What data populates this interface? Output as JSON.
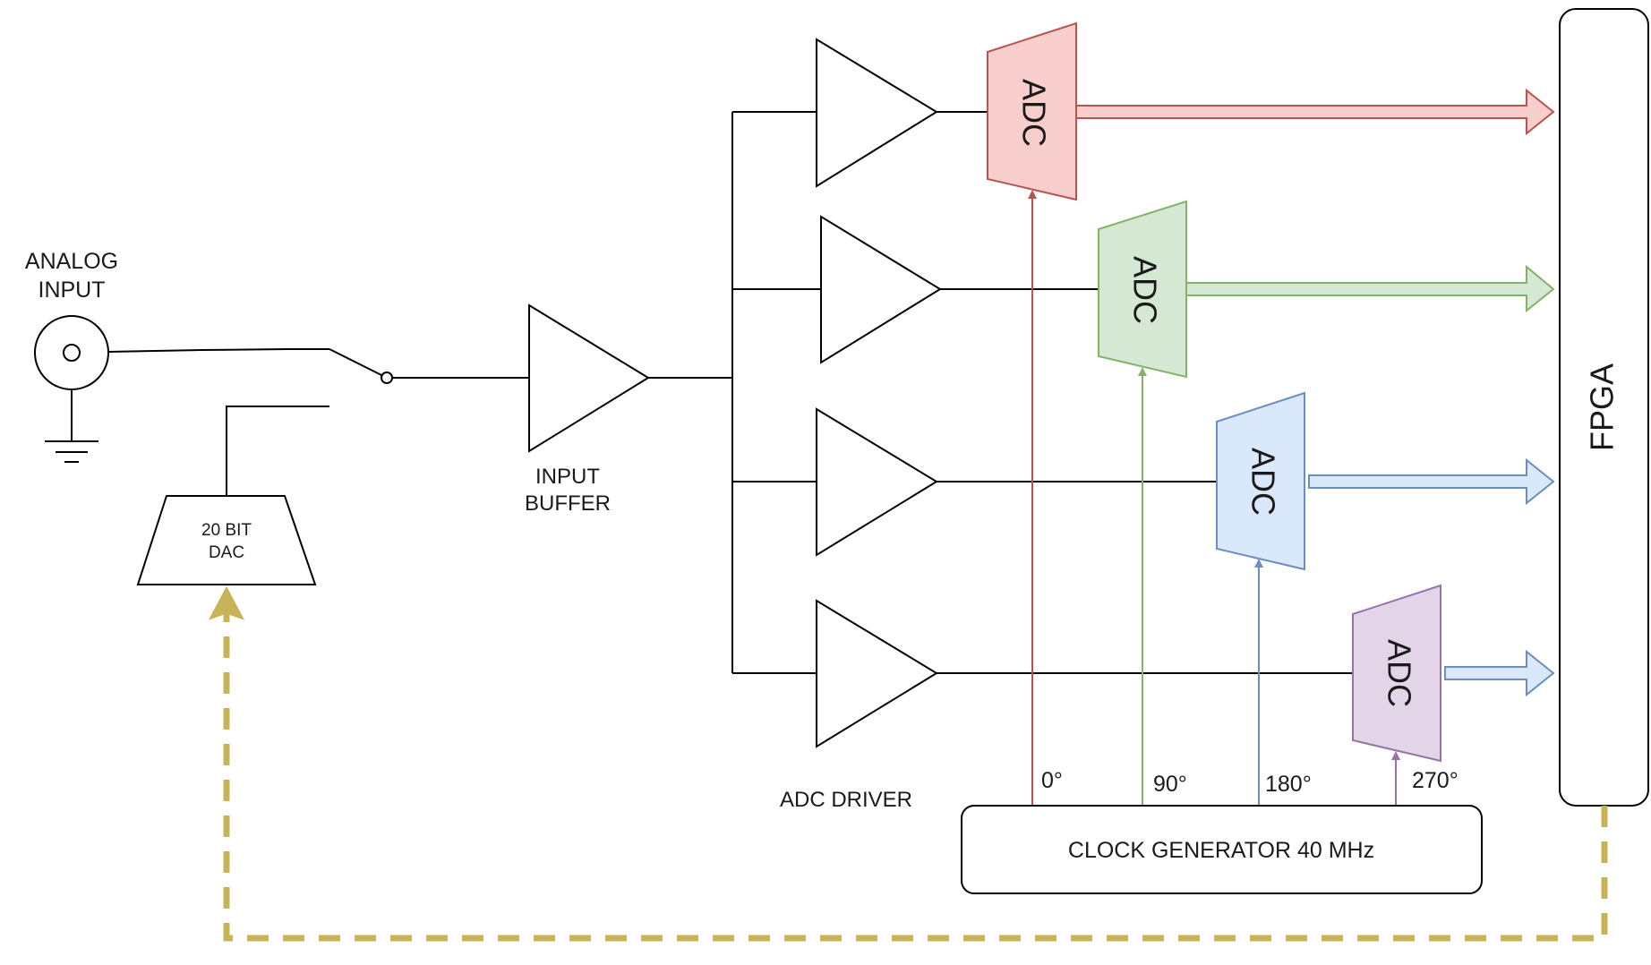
{
  "labels": {
    "analog_input_line1": "ANALOG",
    "analog_input_line2": "INPUT",
    "input_buffer_line1": "INPUT",
    "input_buffer_line2": "BUFFER",
    "adc_driver": "ADC DRIVER",
    "dac_line1": "20 BIT",
    "dac_line2": "DAC",
    "fpga": "FPGA",
    "clock_generator": "CLOCK GENERATOR 40 MHz"
  },
  "adcs": [
    {
      "label": "ADC",
      "phase": "0°",
      "fill": "#f8cecc",
      "stroke": "#b85450"
    },
    {
      "label": "ADC",
      "phase": "90°",
      "fill": "#d5e8d4",
      "stroke": "#82b366"
    },
    {
      "label": "ADC",
      "phase": "180°",
      "fill": "#dae8fc",
      "stroke": "#6c8ebf"
    },
    {
      "label": "ADC",
      "phase": "270°",
      "fill": "#e1d5e7",
      "stroke": "#9673a6"
    }
  ],
  "colors": {
    "feedback_dashed": "#c8b458",
    "clock_0": "#b85450",
    "clock_90": "#82b366",
    "clock_180": "#6c8ebf",
    "clock_270": "#9673a6"
  }
}
